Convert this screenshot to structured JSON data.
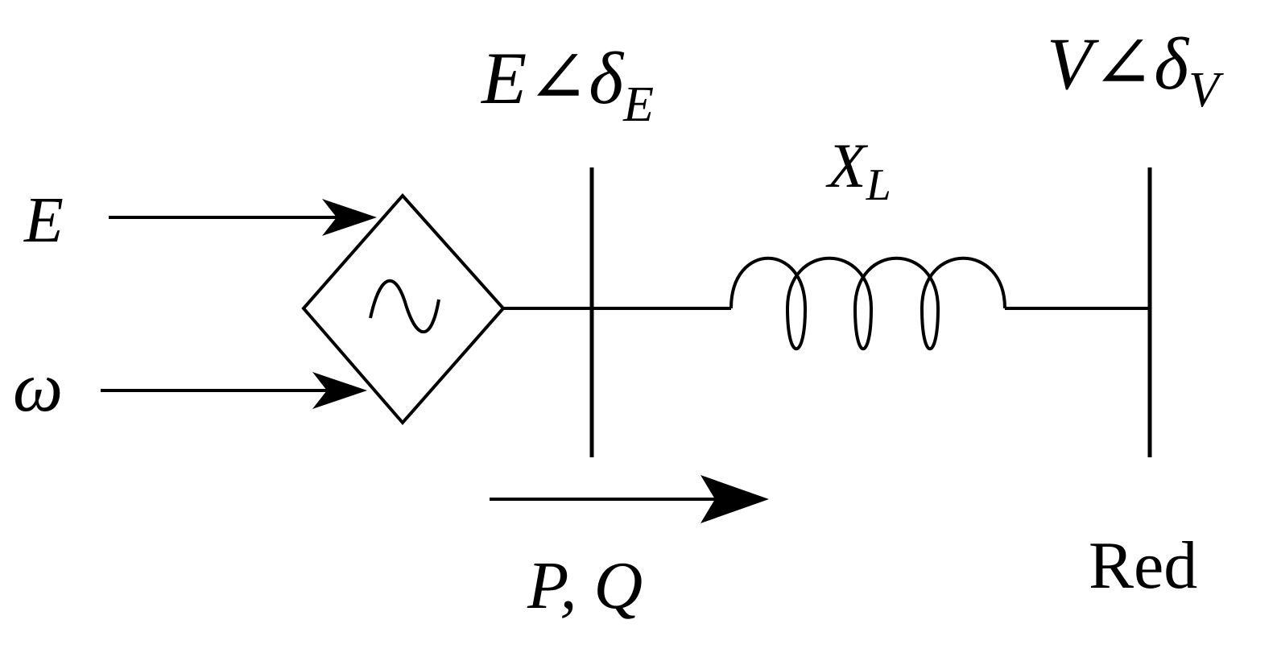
{
  "labels": {
    "input_e": "E",
    "input_omega": "ω",
    "source_voltage_main": "E∠δ",
    "source_voltage_sub": "E",
    "reactance_main": "X",
    "reactance_sub": "L",
    "grid_voltage_main": "V∠δ",
    "grid_voltage_sub": "V",
    "power_flow": "P, Q",
    "grid_name": "Red"
  },
  "icons": {
    "source": "ac-voltage-source-icon",
    "inductor": "inductor-coil-icon"
  },
  "colors": {
    "stroke": "#000000",
    "background": "#ffffff"
  }
}
